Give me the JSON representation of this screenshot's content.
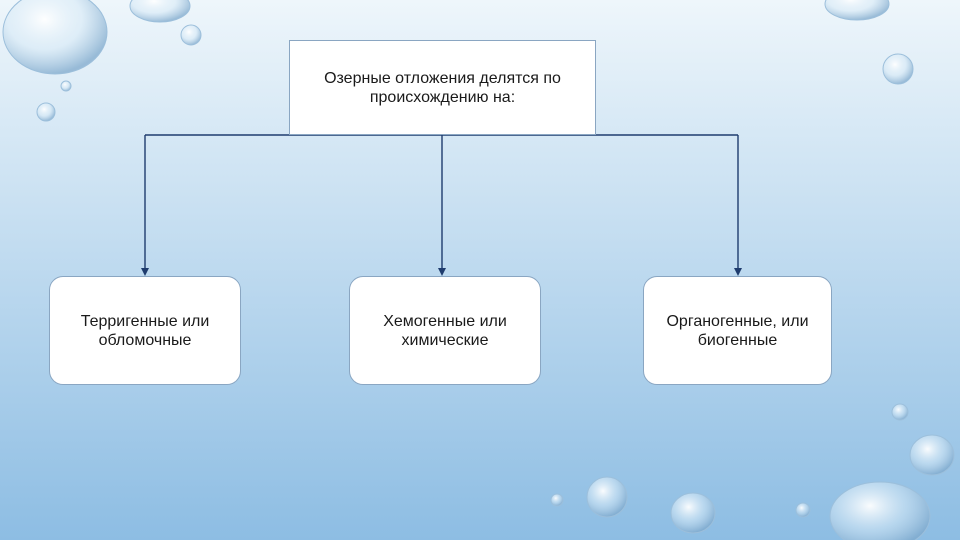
{
  "diagram": {
    "root": {
      "text": "Озерные отложения делятся по\nпроисхождению на:"
    },
    "children": [
      {
        "text": "Терригенные или\nобломочные"
      },
      {
        "text": "Хемогенные или\nхимические"
      },
      {
        "text": "Органогенные, или\nбиогенные"
      }
    ]
  },
  "colors": {
    "connector": "#1f3c6e",
    "box_border": "#8aa6c2",
    "box_fill": "#ffffff",
    "background_top": "#eef6fb",
    "background_bottom": "#8dbde3"
  }
}
